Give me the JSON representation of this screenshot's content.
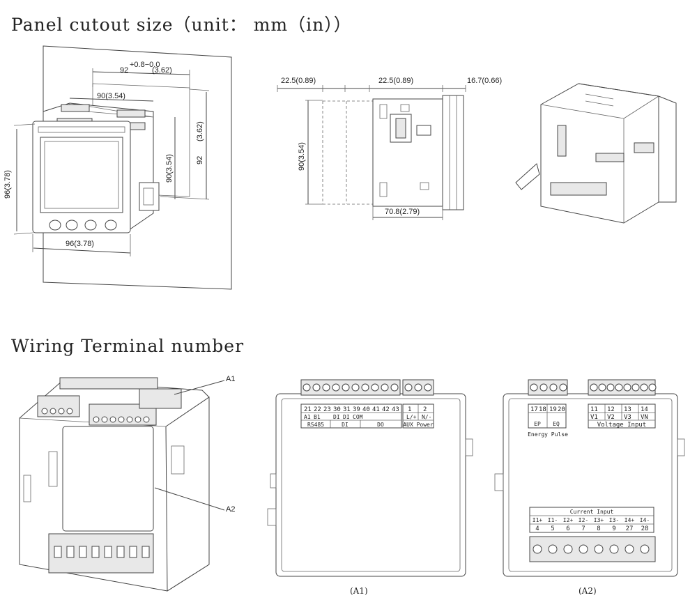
{
  "headings": {
    "panel_cutout": "Panel cutout size（unit： mm（in））",
    "wiring": "Wiring Terminal number"
  },
  "dimensions": {
    "d_92_top": "92",
    "d_92_tol": "+0.8−0.0",
    "d_92_top_in": "(3.62)",
    "d_90_top": "90(3.54)",
    "d_96_left": "96(3.78)",
    "d_90_vert": "90(3.54)",
    "d_92_vert": "92",
    "d_92_vert_in": "(3.62)",
    "d_96_bottom": "96(3.78)",
    "side_22_5_a": "22.5(0.89)",
    "side_22_5_b": "22.5(0.89)",
    "side_16_7": "16.7(0.66)",
    "side_90": "90(3.54)",
    "side_70_8": "70.8(2.79)"
  },
  "callouts": {
    "a1": "A1",
    "a2": "A2"
  },
  "a1": {
    "numbers": [
      "21",
      "22",
      "23",
      "30",
      "31",
      "39",
      "40",
      "41",
      "42",
      "43"
    ],
    "labels": [
      "A1",
      "B1",
      "",
      "DI",
      "DI",
      "COM",
      "",
      "",
      "",
      ""
    ],
    "groups": [
      "RS485",
      "DI",
      "DO"
    ],
    "aux_numbers": [
      "1",
      "2"
    ],
    "aux_labels": [
      "L/+",
      "N/-"
    ],
    "aux_group": "AUX Power",
    "caption": "(A1)"
  },
  "a2": {
    "energy_numbers": [
      "17",
      "18",
      "19",
      "20"
    ],
    "energy_labels": [
      "EP",
      "EQ"
    ],
    "energy_group": "Energy Pulse",
    "voltage_numbers": [
      "11",
      "12",
      "13",
      "14"
    ],
    "voltage_labels": [
      "V1",
      "V2",
      "V3",
      "VN"
    ],
    "voltage_group": "Voltage Input",
    "current_group": "Current Input",
    "current_labels": [
      "I1+",
      "I1-",
      "I2+",
      "I2-",
      "I3+",
      "I3-",
      "I4+",
      "I4-"
    ],
    "current_numbers": [
      "4",
      "5",
      "6",
      "7",
      "8",
      "9",
      "27",
      "28"
    ],
    "caption": "(A2)"
  }
}
